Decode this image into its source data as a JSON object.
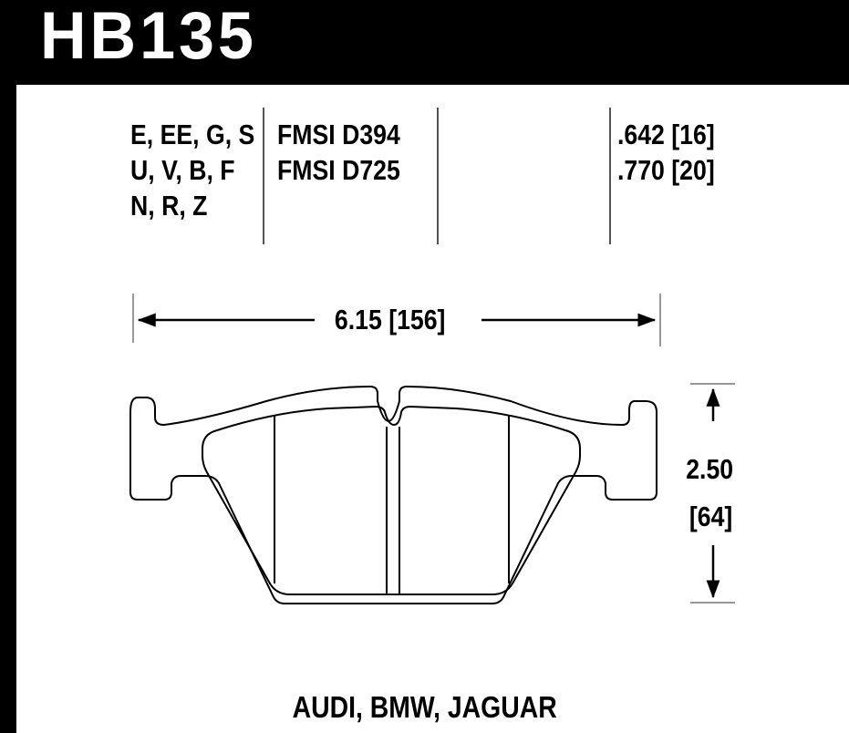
{
  "header": {
    "part_number": "HB135"
  },
  "compounds": [
    "E, EE, G, S",
    "U, V, B, F",
    "N, R, Z"
  ],
  "fmsi": [
    "FMSI D394",
    "FMSI D725"
  ],
  "thickness": [
    ".642 [16]",
    ".770 [20]"
  ],
  "dimensions": {
    "width_label": "6.15 [156]",
    "height_label_in": "2.50",
    "height_label_mm": "[64]"
  },
  "footer": {
    "applications": "AUDI, BMW, JAGUAR"
  },
  "colors": {
    "background": "#ffffff",
    "border": "#000000",
    "ink": "#000000"
  }
}
